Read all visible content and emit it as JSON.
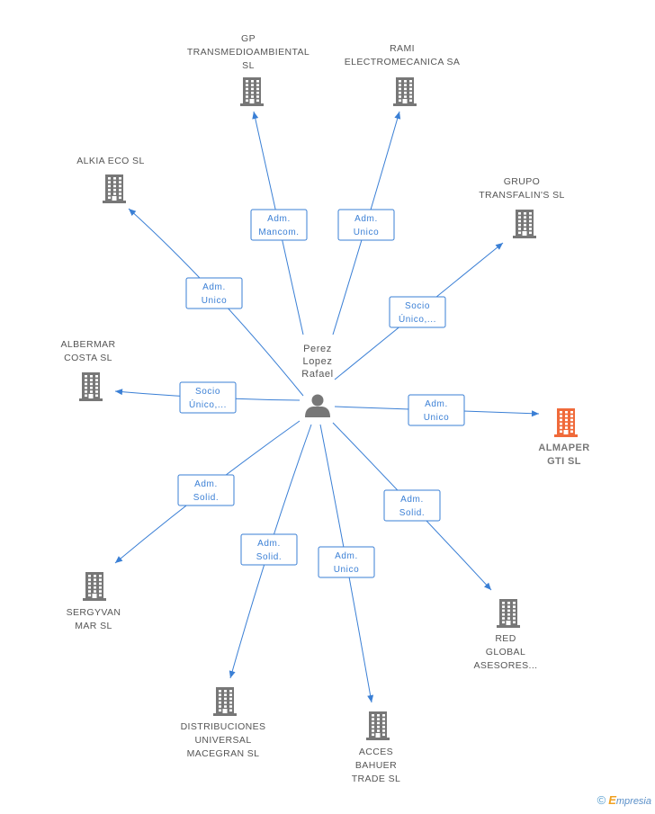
{
  "center": {
    "name_lines": [
      "Perez",
      "Lopez",
      "Rafael"
    ],
    "icon": "person-icon"
  },
  "companies": [
    {
      "id": "gp",
      "lines": [
        "GP",
        "TRANSMEDIOAMBIENTAL",
        "SL"
      ],
      "highlight": false,
      "icon": "building-icon"
    },
    {
      "id": "rami",
      "lines": [
        "RAMI",
        "ELECTROMECANICA SA"
      ],
      "highlight": false,
      "icon": "building-icon"
    },
    {
      "id": "alkia",
      "lines": [
        "ALKIA ECO  SL"
      ],
      "highlight": false,
      "icon": "building-icon"
    },
    {
      "id": "grupo",
      "lines": [
        "GRUPO",
        "TRANSFALIN'S SL"
      ],
      "highlight": false,
      "icon": "building-icon"
    },
    {
      "id": "albermar",
      "lines": [
        "ALBERMAR",
        "COSTA  SL"
      ],
      "highlight": false,
      "icon": "building-icon"
    },
    {
      "id": "almaper",
      "lines": [
        "ALMAPER",
        "GTI SL"
      ],
      "highlight": true,
      "icon": "building-icon"
    },
    {
      "id": "sergyvan",
      "lines": [
        "SERGYVAN",
        "MAR  SL"
      ],
      "highlight": false,
      "icon": "building-icon"
    },
    {
      "id": "red",
      "lines": [
        "RED",
        "GLOBAL",
        "ASESORES..."
      ],
      "highlight": false,
      "icon": "building-icon"
    },
    {
      "id": "distribuciones",
      "lines": [
        "DISTRIBUCIONES",
        "UNIVERSAL",
        "MACEGRAN SL"
      ],
      "highlight": false,
      "icon": "building-icon"
    },
    {
      "id": "acces",
      "lines": [
        "ACCES",
        "BAHUER",
        "TRADE SL"
      ],
      "highlight": false,
      "icon": "building-icon"
    }
  ],
  "edges": [
    {
      "to": "gp",
      "label": [
        "Adm.",
        "Mancom."
      ]
    },
    {
      "to": "rami",
      "label": [
        "Adm.",
        "Unico"
      ]
    },
    {
      "to": "alkia",
      "label": [
        "Adm.",
        "Unico"
      ]
    },
    {
      "to": "grupo",
      "label": [
        "Socio",
        "Único,..."
      ]
    },
    {
      "to": "albermar",
      "label": [
        "Socio",
        "Único,..."
      ]
    },
    {
      "to": "almaper",
      "label": [
        "Adm.",
        "Unico"
      ]
    },
    {
      "to": "sergyvan",
      "label": [
        "Adm.",
        "Solid."
      ]
    },
    {
      "to": "red",
      "label": [
        "Adm.",
        "Solid."
      ]
    },
    {
      "to": "distribuciones",
      "label": [
        "Adm.",
        "Solid."
      ]
    },
    {
      "to": "acces",
      "label": [
        "Adm.",
        "Unico"
      ]
    }
  ],
  "colors": {
    "edge": "#3a7fd5",
    "building": "#777777",
    "building_highlight": "#f06a3a",
    "person": "#777777"
  },
  "brand": {
    "copyright": "©",
    "initial": "E",
    "rest": "mpresia"
  }
}
